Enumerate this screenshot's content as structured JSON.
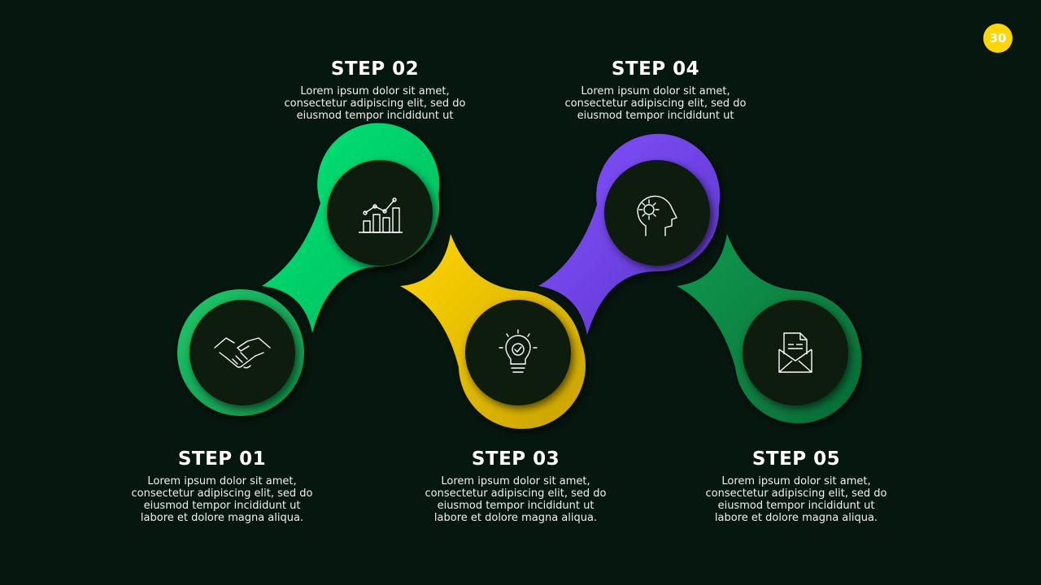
{
  "page_number": "30",
  "colors": {
    "background": "#06170f",
    "badge": "#ffd600",
    "step1": "#1db65f",
    "step2": "#00e070",
    "step3": "#ffd000",
    "step4": "#7b4dff",
    "step5": "#08934a"
  },
  "steps": [
    {
      "title": "STEP 01",
      "icon": "handshake-icon",
      "lines": [
        "Lorem ipsum dolor sit amet,",
        "consectetur adipiscing elit, sed do",
        "eiusmod tempor incididunt ut",
        "labore et dolore magna aliqua."
      ]
    },
    {
      "title": "STEP 02",
      "icon": "bar-chart-icon",
      "lines": [
        "Lorem ipsum dolor sit amet,",
        "consectetur adipiscing elit, sed do",
        "eiusmod tempor incididunt ut"
      ]
    },
    {
      "title": "STEP 03",
      "icon": "lightbulb-icon",
      "lines": [
        "Lorem ipsum dolor sit amet,",
        "consectetur adipiscing elit, sed do",
        "eiusmod tempor incididunt ut",
        "labore et dolore magna aliqua."
      ]
    },
    {
      "title": "STEP 04",
      "icon": "head-gear-icon",
      "lines": [
        "Lorem ipsum dolor sit amet,",
        "consectetur adipiscing elit, sed do",
        "eiusmod tempor incididunt ut"
      ]
    },
    {
      "title": "STEP 05",
      "icon": "envelope-icon",
      "lines": [
        "Lorem ipsum dolor sit amet,",
        "consectetur adipiscing elit, sed do",
        "eiusmod tempor incididunt ut",
        "labore et dolore magna aliqua."
      ]
    }
  ]
}
